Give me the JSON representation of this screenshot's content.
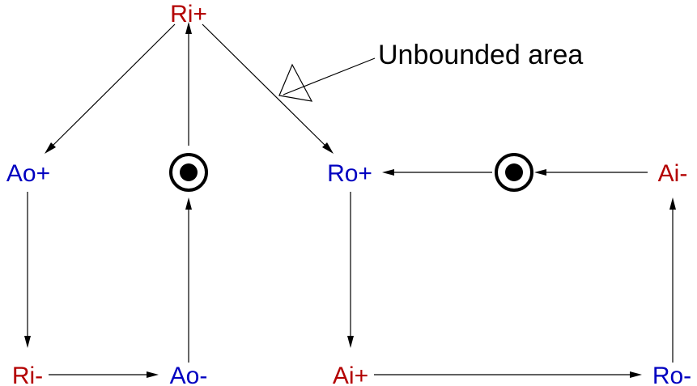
{
  "diagram": {
    "colors": {
      "red": "#b30000",
      "blue": "#0000c0",
      "line": "#000000"
    },
    "nodes": [
      {
        "id": "ri_plus",
        "label": "Ri+",
        "color": "red"
      },
      {
        "id": "ao_plus",
        "label": "Ao+",
        "color": "blue"
      },
      {
        "id": "ro_plus",
        "label": "Ro+",
        "color": "blue"
      },
      {
        "id": "ai_minus",
        "label": "Ai-",
        "color": "red"
      },
      {
        "id": "ri_minus",
        "label": "Ri-",
        "color": "red"
      },
      {
        "id": "ao_minus",
        "label": "Ao-",
        "color": "blue"
      },
      {
        "id": "ai_plus",
        "label": "Ai+",
        "color": "red"
      },
      {
        "id": "ro_minus",
        "label": "Ro-",
        "color": "blue"
      }
    ],
    "annotation": {
      "text": "Unbounded area",
      "icon": "callout-arrow-icon"
    },
    "tokens": [
      {
        "icon": "token-icon"
      },
      {
        "icon": "token-icon"
      }
    ]
  }
}
